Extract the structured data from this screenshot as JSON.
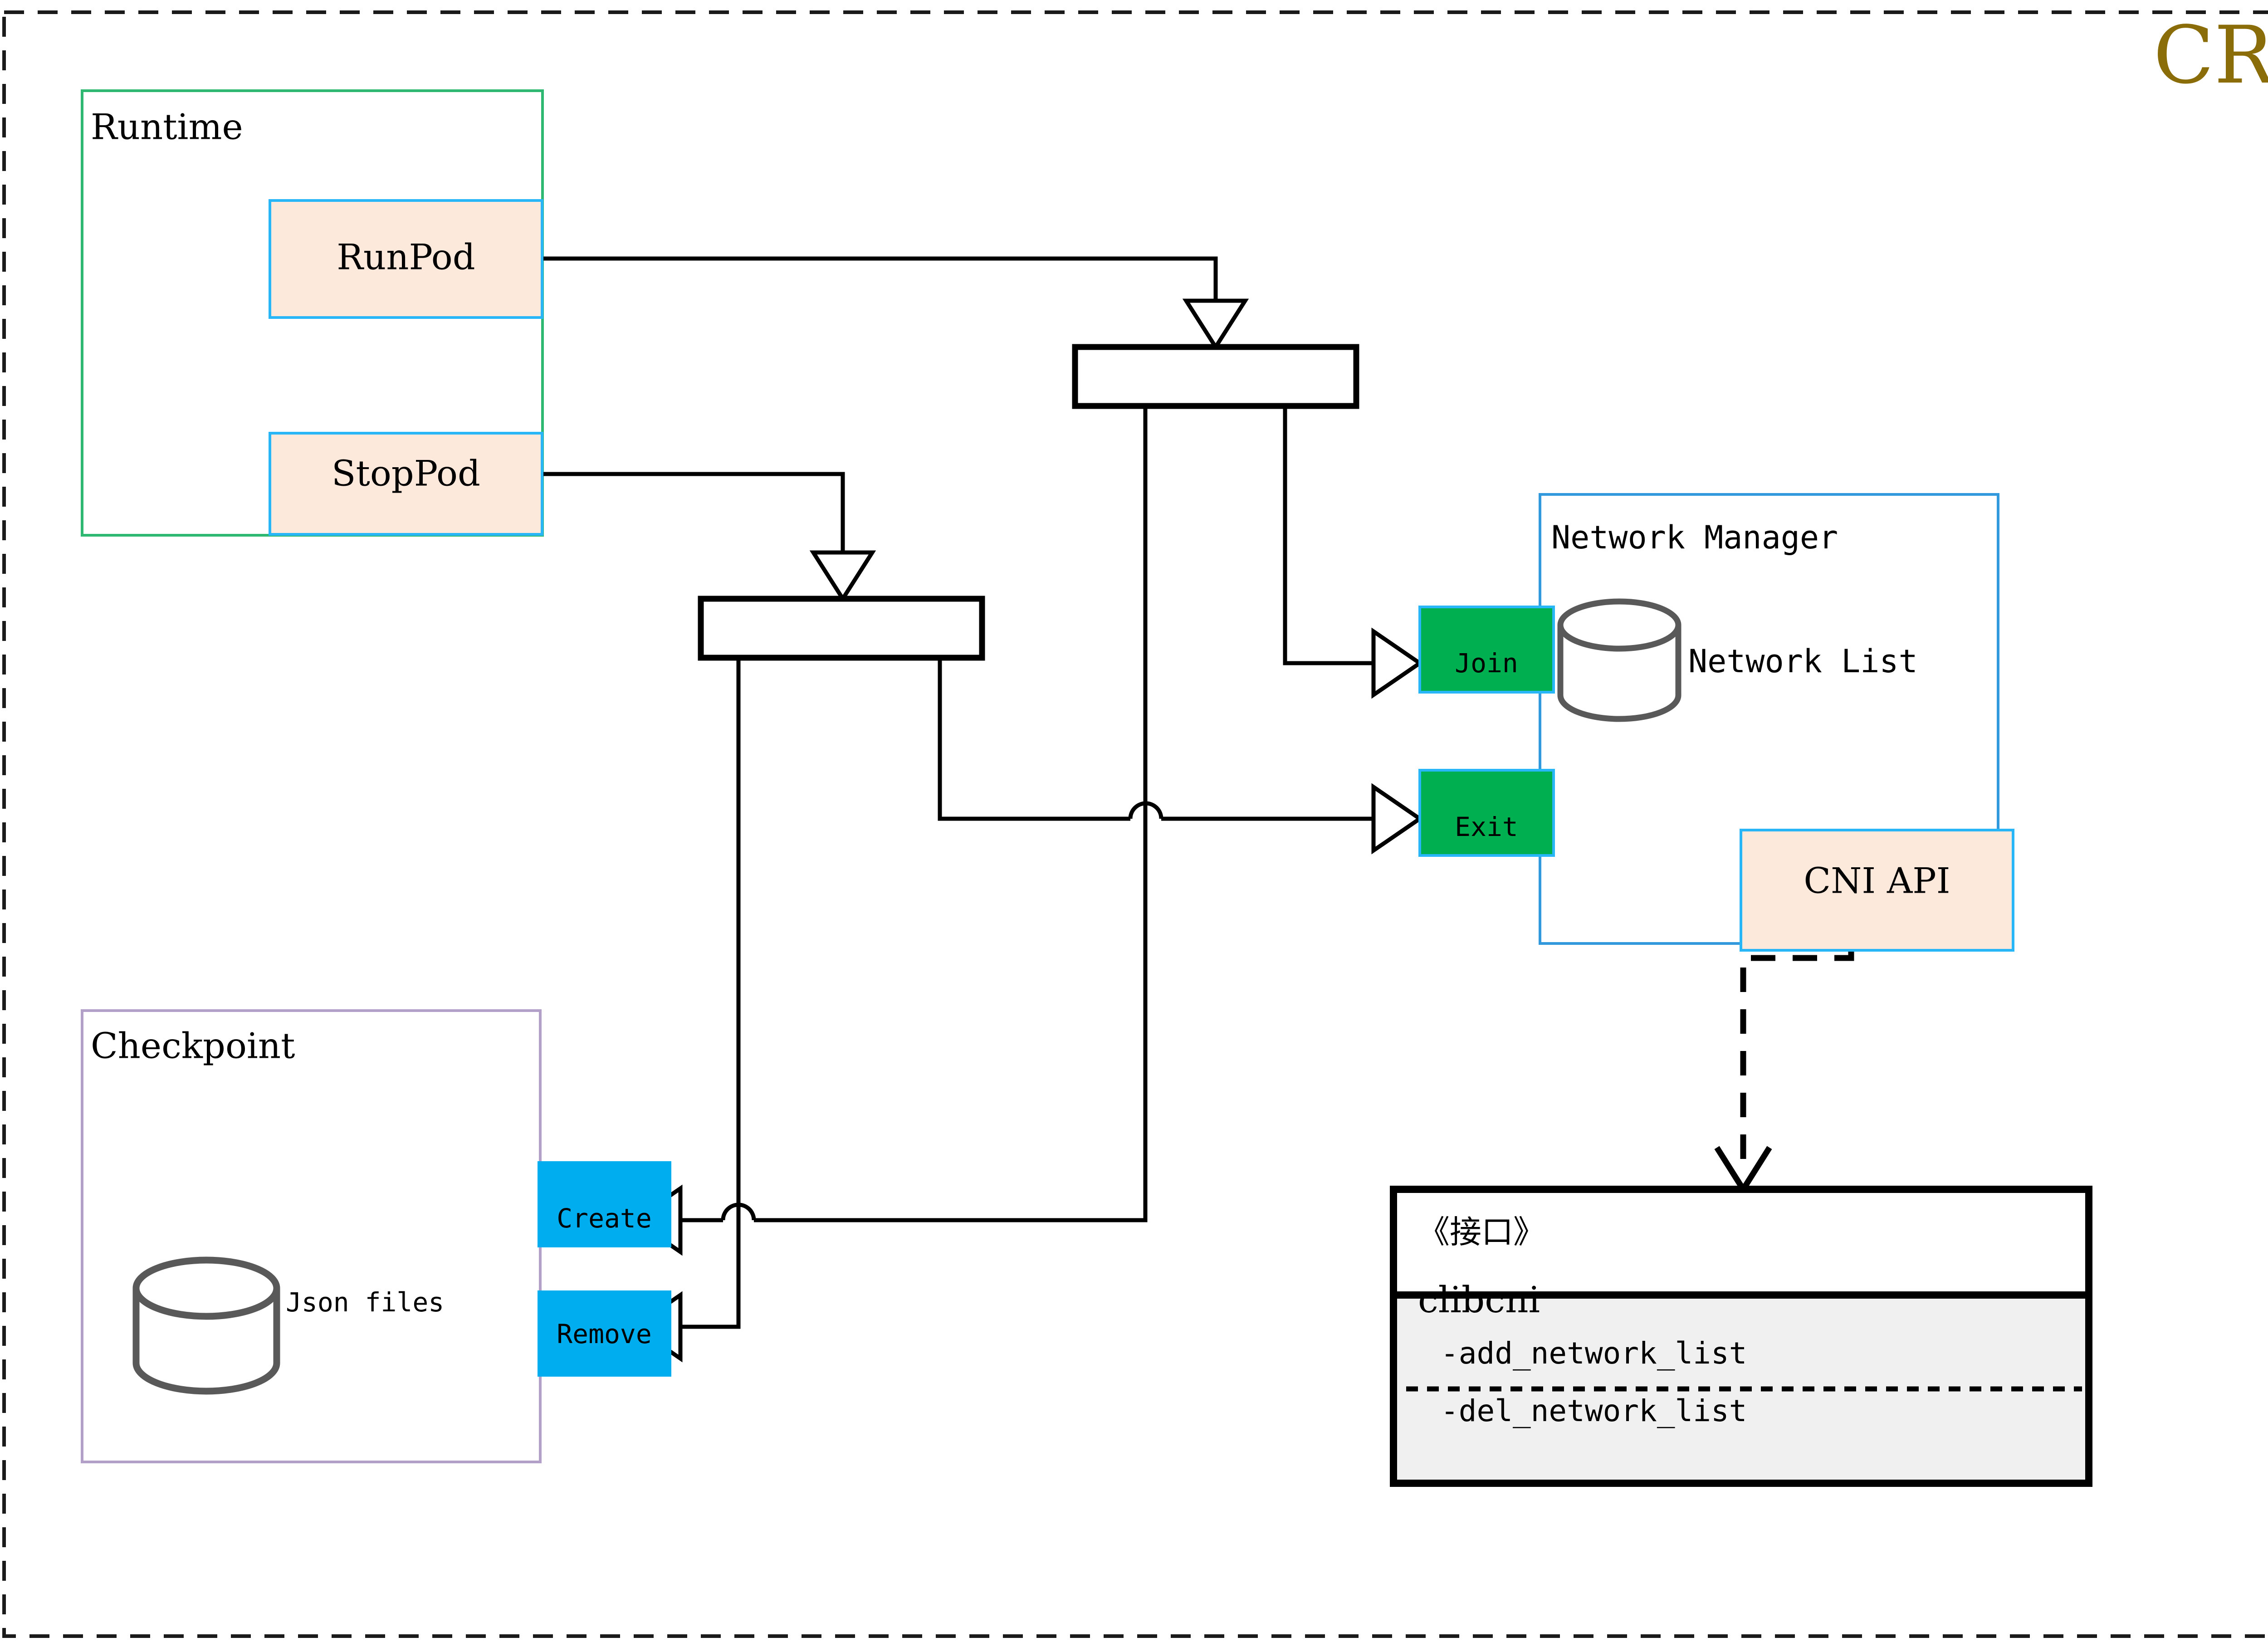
{
  "diagram": {
    "title": "CRI",
    "title_color": "#8a6d08",
    "frame": {
      "style": "dashed",
      "color": "#1a1a1a"
    }
  },
  "containers": {
    "runtime": {
      "label": "Runtime",
      "border_color": "#2eb872"
    },
    "checkpoint": {
      "label": "Checkpoint",
      "border_color": "#b3a0c8"
    },
    "network_manager": {
      "label": "Network Manager",
      "border_color": "#3399dd"
    }
  },
  "runtime_methods": [
    {
      "label": "RunPod",
      "fill": "#fde9dc",
      "border": "#29b6f6"
    },
    {
      "label": "StopPod",
      "fill": "#fde9dc",
      "border": "#29b6f6"
    }
  ],
  "checkpoint": {
    "store_label": "Json files",
    "operations": [
      {
        "label": "Create",
        "fill": "#00aeef"
      },
      {
        "label": "Remove",
        "fill": "#00aeef"
      }
    ]
  },
  "network_manager": {
    "store_label": "Network List",
    "operations": [
      {
        "label": "Join",
        "fill": "#00b050",
        "border": "#29b6f6"
      },
      {
        "label": "Exit",
        "fill": "#00b050",
        "border": "#29b6f6"
      }
    ],
    "api": {
      "label": "CNI API",
      "fill": "#fde9dc",
      "border": "#29b6f6"
    }
  },
  "interface_box": {
    "stereotype": "《接口》",
    "name": "clibcni",
    "methods": [
      "-add_network_list",
      "-del_network_list"
    ],
    "methods_fill": "#f0f0f0"
  },
  "junctions": [
    {
      "name": "run-pod-dispatch"
    },
    {
      "name": "stop-pod-dispatch"
    }
  ]
}
